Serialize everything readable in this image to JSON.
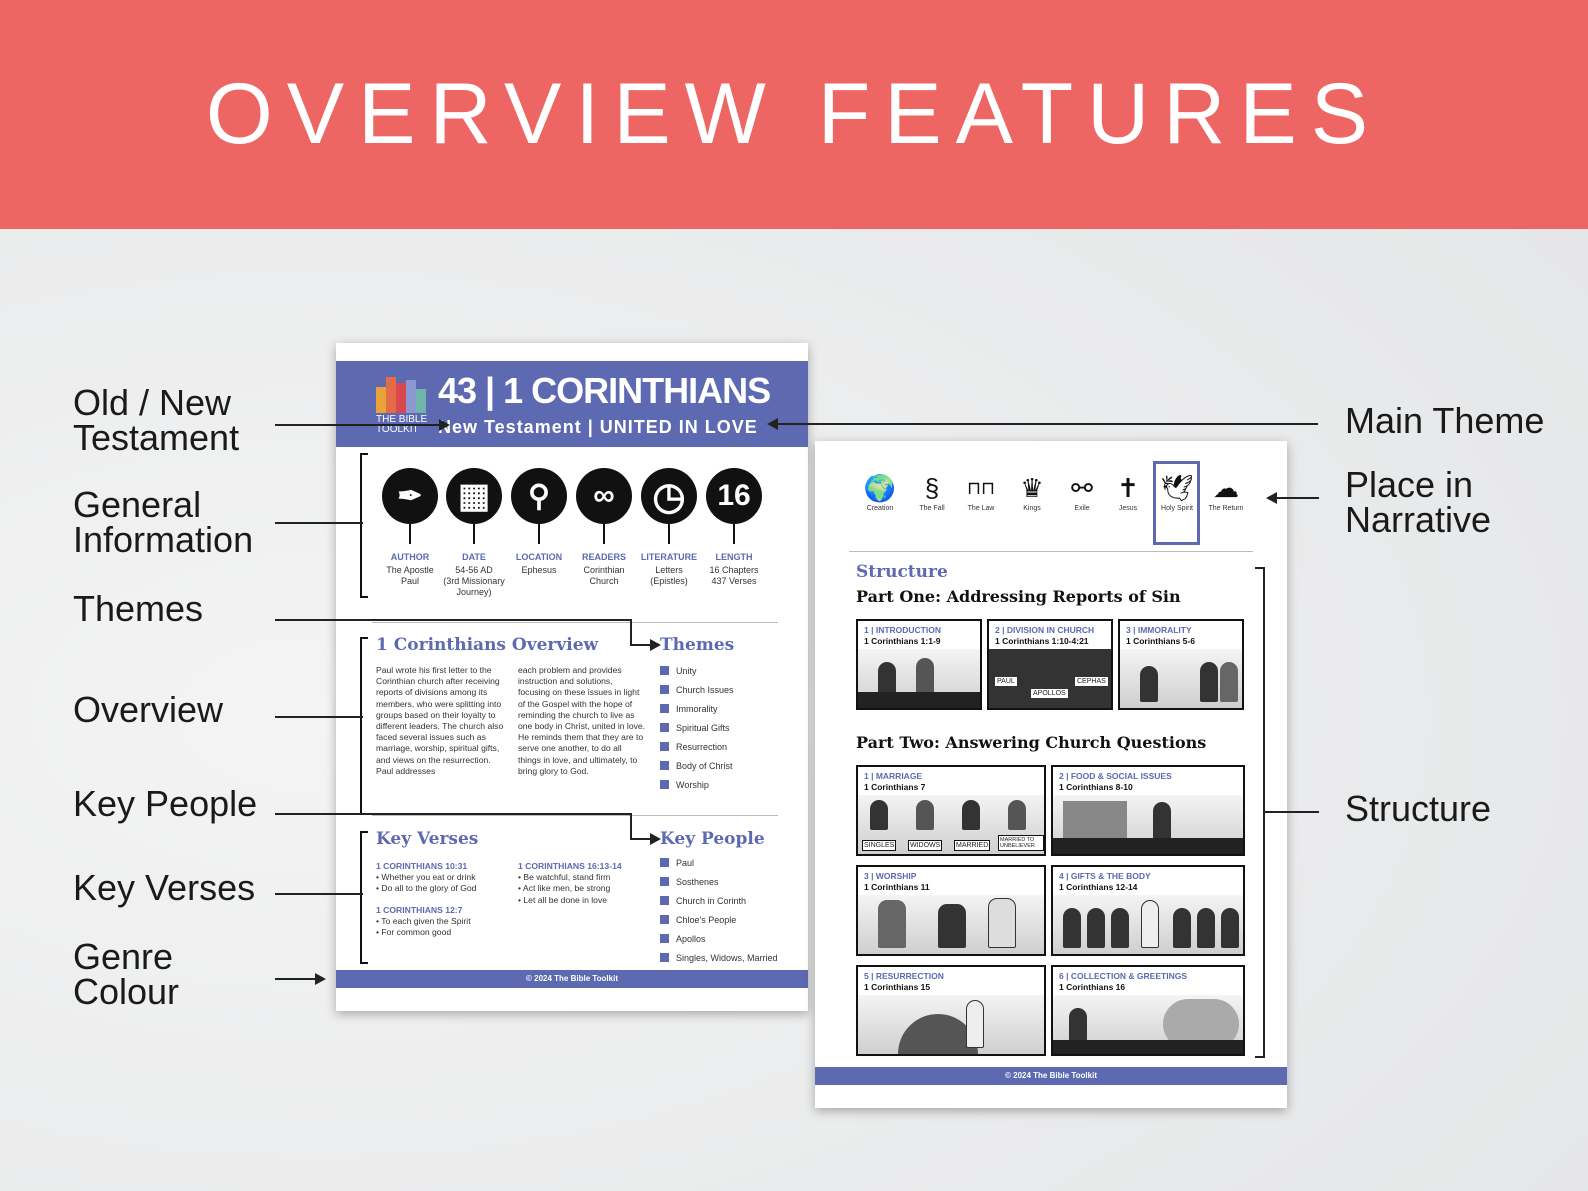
{
  "banner": {
    "title": "OVERVIEW FEATURES"
  },
  "labels_left": [
    "Old / New\nTestament",
    "General\nInformation",
    "Themes",
    "Overview",
    "Key People",
    "Key Verses",
    "Genre\nColour"
  ],
  "labels_right": [
    "Main Theme",
    "Place in\nNarrative",
    "Structure"
  ],
  "page1": {
    "logo_text": "THE BIBLE\nTOOLKIT",
    "title": "43 | 1 CORINTHIANS",
    "subtitle": "New Testament  |  UNITED IN LOVE",
    "info": [
      {
        "icon": "feather-icon",
        "glyph": "✒",
        "label": "AUTHOR",
        "value": "The Apostle\nPaul"
      },
      {
        "icon": "calendar-icon",
        "glyph": "▦",
        "label": "DATE",
        "value": "54-56 AD\n(3rd Missionary\nJourney)"
      },
      {
        "icon": "location-pin-icon",
        "glyph": "⚲",
        "label": "LOCATION",
        "value": "Ephesus"
      },
      {
        "icon": "glasses-icon",
        "glyph": "∞",
        "label": "READERS",
        "value": "Corinthian\nChurch"
      },
      {
        "icon": "clock-icon",
        "glyph": "◷",
        "label": "LITERATURE",
        "value": "Letters\n(Epistles)"
      },
      {
        "icon": "number-icon",
        "glyph": "16",
        "label": "LENGTH",
        "value": "16 Chapters\n437 Verses"
      }
    ],
    "overview_title": "1 Corinthians Overview",
    "overview_col1": "Paul wrote his first letter to the Corinthian church after receiving reports of divisions among its members, who were splitting into groups based on their loyalty to different leaders. The church also faced several issues such as marriage, worship, spiritual gifts, and views on the resurrection. Paul addresses",
    "overview_col2": "each problem and provides instruction and solutions, focusing on these issues in light of the Gospel with the hope of reminding the church to live as one body in Christ, united in love. He reminds them that they are to serve one another, to do all things in love, and ultimately, to bring glory to God.",
    "themes_title": "Themes",
    "themes": [
      "Unity",
      "Church Issues",
      "Immorality",
      "Spiritual Gifts",
      "Resurrection",
      "Body of Christ",
      "Worship"
    ],
    "key_verses_title": "Key Verses",
    "key_verses": [
      {
        "ref": "1 CORINTHIANS 10:31",
        "lines": [
          "Whether you eat or drink",
          "Do all to the glory of God"
        ]
      },
      {
        "ref": "1 CORINTHIANS 12:7",
        "lines": [
          "To each given the Spirit",
          "For common good"
        ]
      },
      {
        "ref": "1 CORINTHIANS 16:13-14",
        "lines": [
          "Be watchful, stand firm",
          "Act like men, be strong",
          "Let all be done in love"
        ]
      }
    ],
    "key_people_title": "Key People",
    "key_people": [
      "Paul",
      "Sosthenes",
      "Church in Corinth",
      "Chloe's People",
      "Apollos",
      "Singles, Widows, Married"
    ],
    "footer": "© 2024 The Bible Toolkit"
  },
  "page2": {
    "narrative": [
      {
        "icon": "globe-icon",
        "glyph": "🌍",
        "label": "Creation"
      },
      {
        "icon": "serpent-icon",
        "glyph": "§",
        "label": "The Fall"
      },
      {
        "icon": "tablets-icon",
        "glyph": "⊓⊓",
        "label": "The Law"
      },
      {
        "icon": "crown-icon",
        "glyph": "♛",
        "label": "Kings"
      },
      {
        "icon": "shackles-icon",
        "glyph": "⚯",
        "label": "Exile"
      },
      {
        "icon": "cross-icon",
        "glyph": "✝",
        "label": "Jesus"
      },
      {
        "icon": "dove-icon",
        "glyph": "🕊",
        "label": "Holy Spirit"
      },
      {
        "icon": "cloud-icon",
        "glyph": "☁",
        "label": "The Return"
      }
    ],
    "selected": "Holy Spirit",
    "structure_title": "Structure",
    "part_one": "Part One: Addressing Reports of Sin",
    "part_two": "Part Two: Answering Church Questions",
    "part_one_panels": [
      {
        "title": "1 | INTRODUCTION",
        "ref": "1 Corinthians 1:1-9",
        "signs": []
      },
      {
        "title": "2 | DIVISION IN CHURCH",
        "ref": "1 Corinthians 1:10-4:21",
        "signs": [
          "PAUL",
          "APOLLOS",
          "CEPHAS"
        ]
      },
      {
        "title": "3 | IMMORALITY",
        "ref": "1 Corinthians 5-6",
        "signs": []
      }
    ],
    "part_two_panels": [
      {
        "title": "1 | MARRIAGE",
        "ref": "1 Corinthians 7",
        "signs": [
          "SINGLES",
          "WIDOWS",
          "MARRIED",
          "MARRIED TO UNBELIEVER"
        ]
      },
      {
        "title": "2 | FOOD & SOCIAL ISSUES",
        "ref": "1 Corinthians 8-10",
        "signs": []
      },
      {
        "title": "3 | WORSHIP",
        "ref": "1 Corinthians 11",
        "signs": []
      },
      {
        "title": "4 | GIFTS & THE BODY",
        "ref": "1 Corinthians 12-14",
        "signs": []
      },
      {
        "title": "5 | RESURRECTION",
        "ref": "1 Corinthians 15",
        "signs": []
      },
      {
        "title": "6 | COLLECTION & GREETINGS",
        "ref": "1 Corinthians 16",
        "signs": []
      }
    ],
    "footer": "© 2024 The Bible Toolkit"
  },
  "colors": {
    "banner": "#ee6664",
    "accent": "#5d69b1"
  }
}
